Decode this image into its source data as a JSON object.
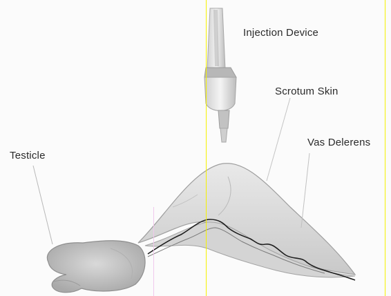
{
  "labels": {
    "injection_device": "Injection Device",
    "scrotum_skin": "Scrotum Skin",
    "vas_deferens": "Vas Delerens",
    "testicle": "Testicle"
  },
  "colors": {
    "guide_yellow": "#ffff00",
    "guide_pink": "#f2c9ee",
    "text": "#2a2a2a",
    "drawing": "#9a9a9a"
  }
}
